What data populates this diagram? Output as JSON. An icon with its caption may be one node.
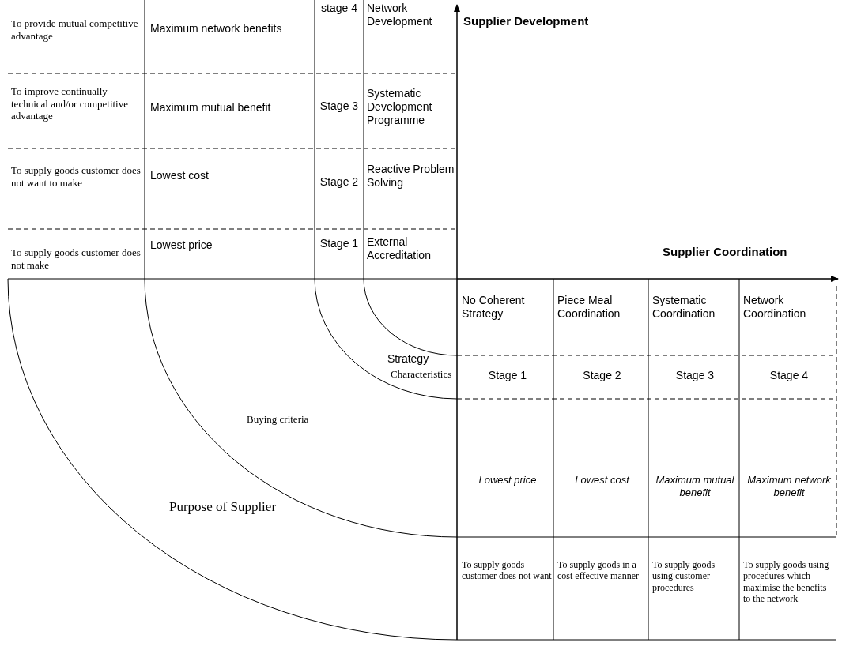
{
  "diagram": {
    "labels": [
      "To provide mutual competitive advantage",
      "Maximum network benefits",
      "stage 4",
      "Network Development",
      "Supplier Development",
      "To improve continually technical and/or competitive advantage",
      "Maximum mutual benefit",
      "Stage 3",
      "Systematic Development Programme",
      "To supply goods customer does not want to make",
      "Lowest cost",
      "Stage 2",
      "Reactive Problem Solving",
      "Supplier Coordination",
      "To supply goods customer does not make",
      "Lowest price",
      "Stage 1",
      "External Accreditation",
      "Strategy",
      "No Coherent Strategy",
      "Piece Meal Coordination",
      "Systematic Coordination",
      "Network Coordination",
      "Characteristics",
      "Stage 1",
      "Stage 2",
      "Stage 3",
      "Stage 4",
      "Buying criteria",
      "Lowest price",
      "Lowest cost",
      "Maximum mutual benefit",
      "Maximum network benefit",
      "Purpose of Supplier",
      "To supply goods customer does not want",
      "To supply goods in a cost effective manner",
      "To supply goods using customer procedures",
      "To supply goods using procedures which maximise the benefits to the network"
    ]
  }
}
